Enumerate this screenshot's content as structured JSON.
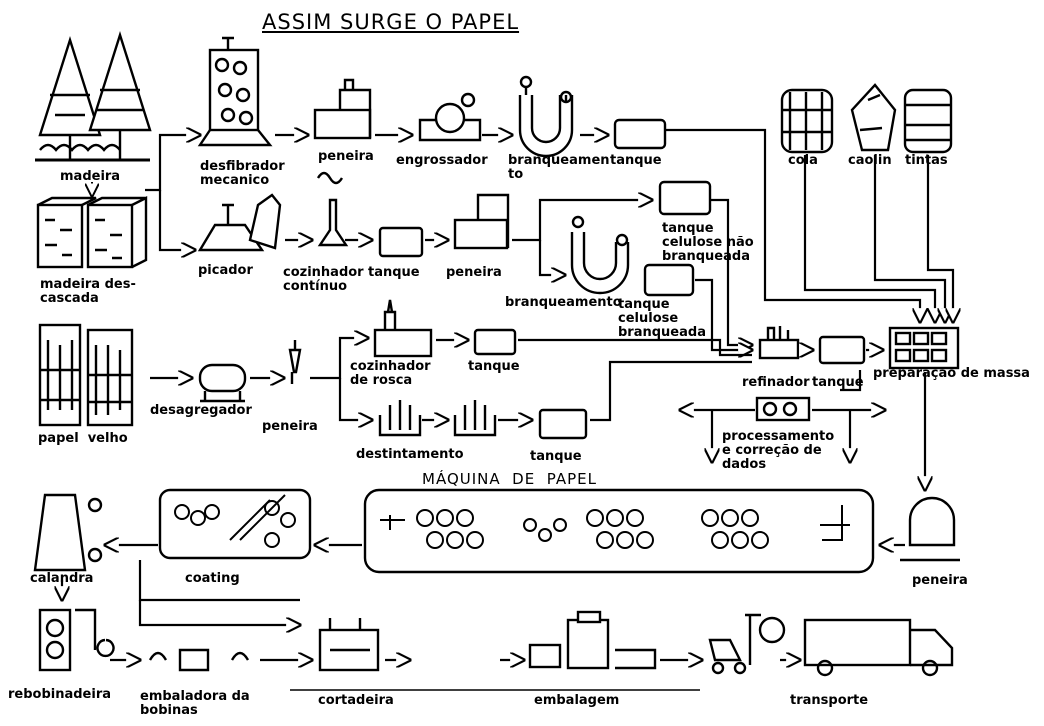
{
  "title": "ASSIM  SURGE  O  PAPEL",
  "labels": {
    "madeira": "madeira",
    "desfibrador": "desfibrador\nmecanico",
    "peneira1": "peneira",
    "engrossador": "engrossador",
    "branqueamento1": "branqueamen\nto",
    "tanque1": "tanque",
    "cola": "cola",
    "caolin": "caolin",
    "tintas": "tintas",
    "madeira_descascada": "madeira des-\ncascada",
    "picador": "picador",
    "cozinhador_continuo": "cozinhador\ncontínuo",
    "tanque2": "tanque",
    "peneira2": "peneira",
    "tanque_nao_branqueada": "tanque\ncelulose não\nbranqueada",
    "branqueamento2": "branqueamento",
    "tanque_branqueada": "tanque\ncelulose\nbranqueada",
    "papel_velho": "papel  velho",
    "desagregador": "desagregador",
    "peneira3": "peneira",
    "cozinhador_rosca": "cozinhador\nde rosca",
    "tanque3": "tanque",
    "destintamento": "destintamento",
    "tanque4": "tanque",
    "refinador": "refinador",
    "tanque5": "tanque",
    "preparacao": "preparação de massa",
    "processamento": "processamento\ne correção de\ndados",
    "maquina": "MÁQUINA  DE  PAPEL",
    "calandra": "calandra",
    "coating": "coating",
    "peneira4": "peneira",
    "rebobinadeira": "rebobinadeira",
    "embaladora": "embaladora da\nbobinas",
    "cortadeira": "cortadeira",
    "embalagem": "embalagem",
    "transporte": "transporte"
  }
}
